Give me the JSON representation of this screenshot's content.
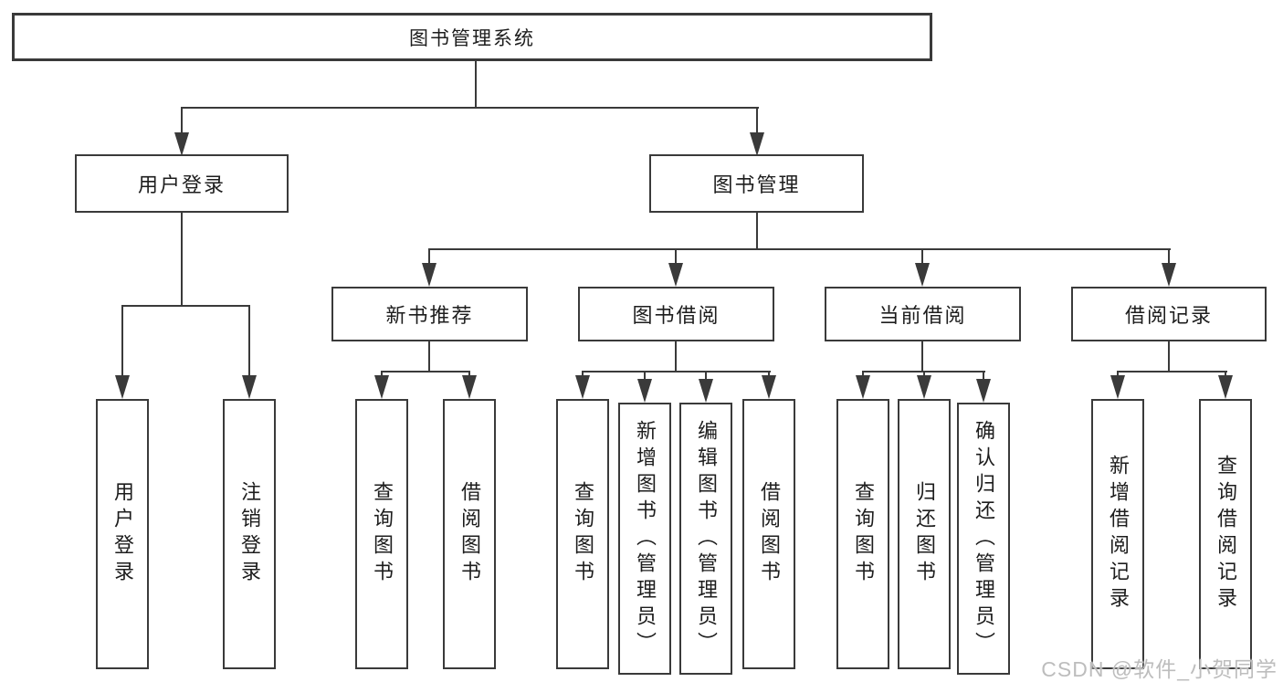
{
  "tree": {
    "label": "图书管理系统",
    "children": [
      {
        "label": "用户登录",
        "children": [
          {
            "label": "用户登录"
          },
          {
            "label": "注销登录"
          }
        ]
      },
      {
        "label": "图书管理",
        "children": [
          {
            "label": "新书推荐",
            "children": [
              {
                "label": "查询图书"
              },
              {
                "label": "借阅图书"
              }
            ]
          },
          {
            "label": "图书借阅",
            "children": [
              {
                "label": "查询图书"
              },
              {
                "label": "新增图书（管理员）"
              },
              {
                "label": "编辑图书（管理员）"
              },
              {
                "label": "借阅图书"
              }
            ]
          },
          {
            "label": "当前借阅",
            "children": [
              {
                "label": "查询图书"
              },
              {
                "label": "归还图书"
              },
              {
                "label": "确认归还（管理员）"
              }
            ]
          },
          {
            "label": "借阅记录",
            "children": [
              {
                "label": "新增借阅记录"
              },
              {
                "label": "查询借阅记录"
              }
            ]
          }
        ]
      }
    ]
  },
  "watermark": "CSDN @软件_小贺同学",
  "colors": {
    "line": "#3a3a3a",
    "text": "#1d1d1d",
    "background": "#ffffff",
    "watermark": "#bdbdbd"
  }
}
